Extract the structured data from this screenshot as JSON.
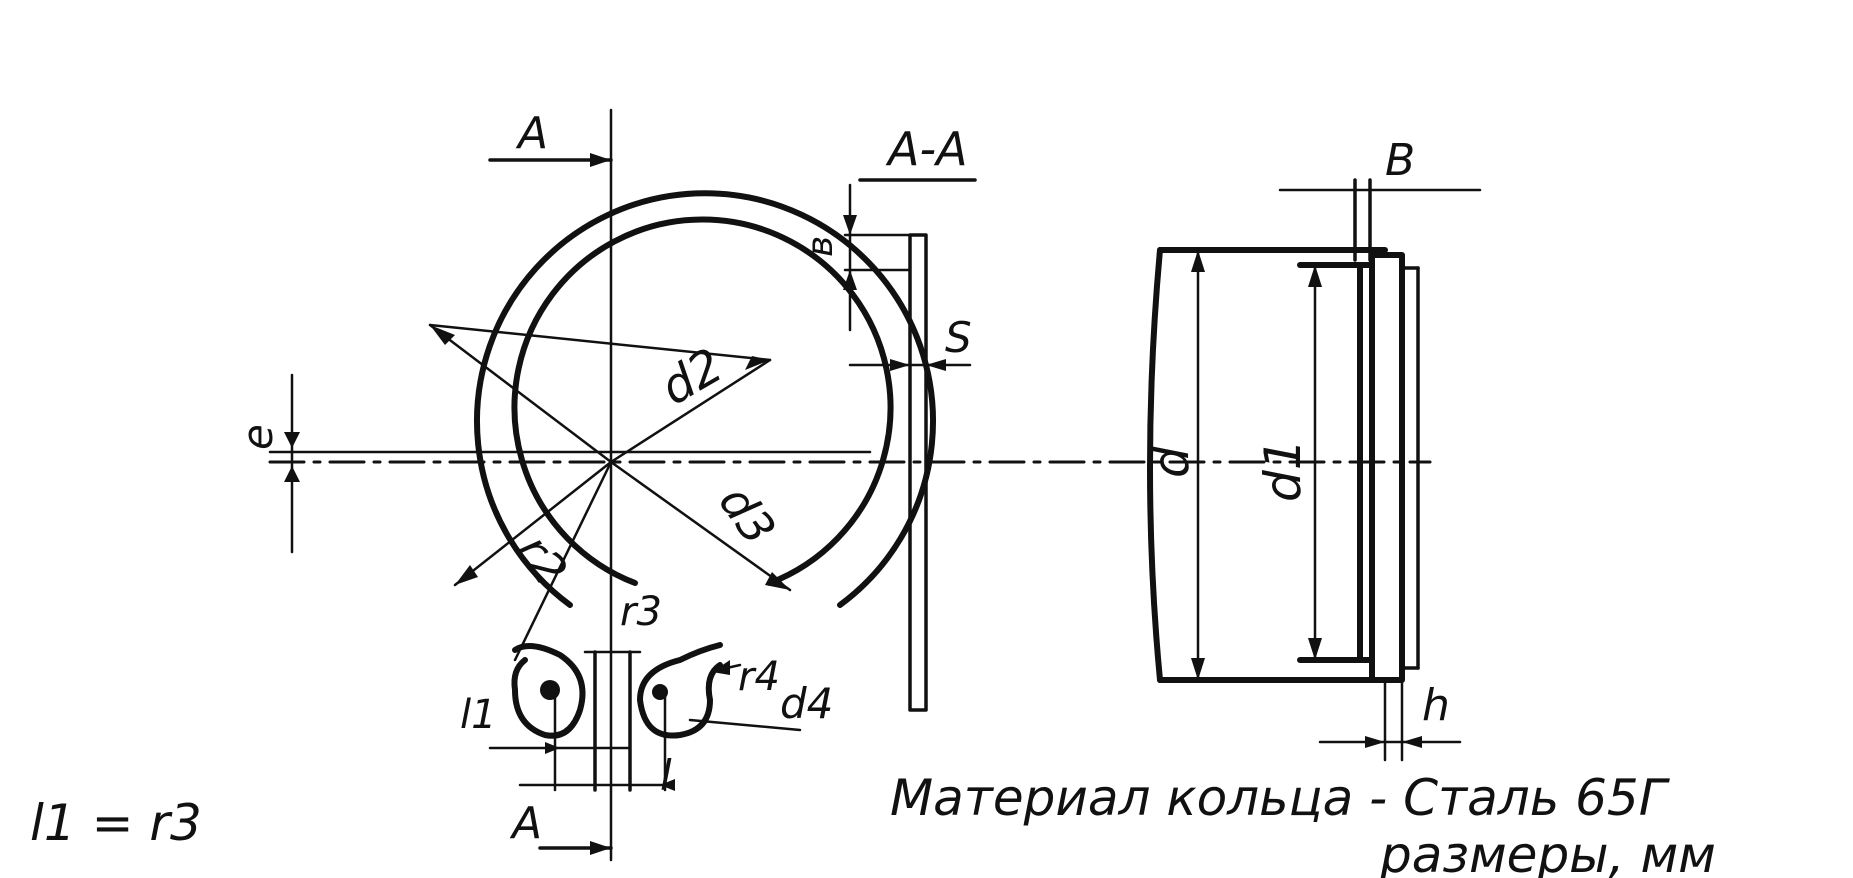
{
  "labels": {
    "section_mark": "A",
    "section_title": "A-A",
    "b_small": "в",
    "s": "S",
    "b": "B",
    "e": "e",
    "d2": "d2",
    "d3": "d3",
    "r2": "r2",
    "r3": "r3",
    "r4": "r4",
    "d4": "d4",
    "l1": "l1",
    "l": "l",
    "d": "d",
    "d1": "d1",
    "h": "h"
  },
  "notes": {
    "formula": "l1 = r3",
    "material": "Материал кольца - Сталь 65Г",
    "units": "размеры, мм"
  }
}
